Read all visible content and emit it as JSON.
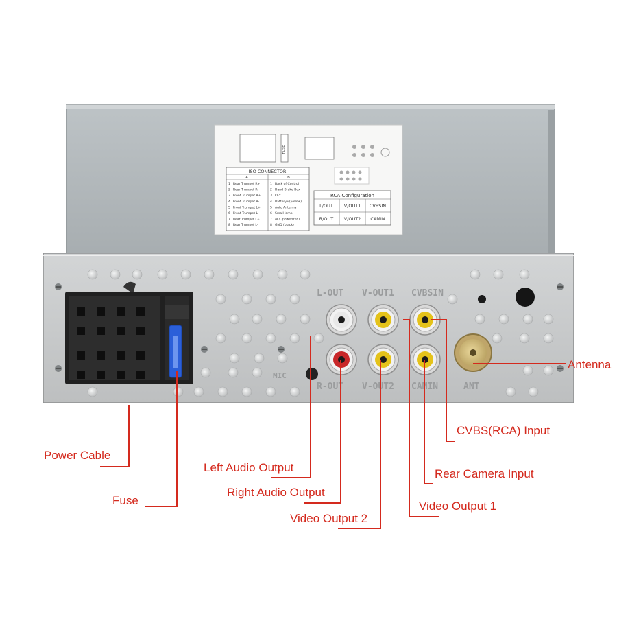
{
  "callouts": {
    "antenna": "Antenna",
    "cvbs_input": "CVBS(RCA) Input",
    "rear_camera_input": "Rear Camera  Input",
    "video_output_1": "Video Output 1",
    "video_output_2": "Video Output 2",
    "right_audio_output": "Right Audio Output",
    "left_audio_output": "Left Audio Output",
    "power_cable": "Power Cable",
    "fuse": "Fuse"
  },
  "panel_labels": {
    "l_out": "L-OUT",
    "v_out1": "V-OUT1",
    "cvbsin": "CVBSIN",
    "r_out": "R-OUT",
    "v_out2": "V-OUT2",
    "camin": "CAMIN",
    "ant": "ANT",
    "mic": "MIC"
  },
  "sticker": {
    "iso_title": "ISO CONNECTOR",
    "col_a": "A",
    "col_b": "B",
    "fuse_label": "FUSE",
    "iso_rows": [
      [
        "1",
        "Rear Trumpet R+",
        "1",
        "Back of Control"
      ],
      [
        "2",
        "Rear Trumpet R-",
        "2",
        "Hand Brake Box"
      ],
      [
        "3",
        "Front Trumpet R+",
        "3",
        "KEY"
      ],
      [
        "4",
        "Front Trumpet R-",
        "4",
        "Battery+(yellow)"
      ],
      [
        "5",
        "Front Trumpet L+",
        "5",
        "Auto Antenna"
      ],
      [
        "6",
        "Front Trumpet L-",
        "6",
        "Small lamp"
      ],
      [
        "7",
        "Rear Trumpet L+",
        "7",
        "ACC power(red)"
      ],
      [
        "8",
        "Rear Trumpet L-",
        "8",
        "GND (black)"
      ]
    ],
    "rca_title": "RCA Configuration",
    "rca_rows": [
      [
        "L/OUT",
        "V/OUT1",
        "CVBSIN"
      ],
      [
        "R/OUT",
        "V/OUT2",
        "CAMIN"
      ]
    ]
  },
  "colors": {
    "callout_red": "#d42a1e",
    "panel_silver": "#c9cbcc",
    "rca_red": "#c8282a",
    "rca_yellow": "#e4c21a",
    "fuse_blue": "#2b5fd9"
  }
}
